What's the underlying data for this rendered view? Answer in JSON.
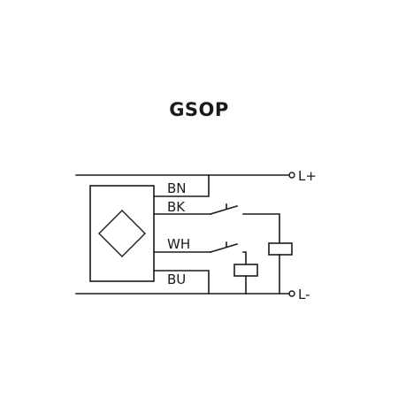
{
  "diagram": {
    "title": "GSOP",
    "wires": {
      "brown": "BN",
      "black": "BK",
      "white": "WH",
      "blue": "BU"
    },
    "terminals": {
      "positive": "L+",
      "negative": "L-"
    },
    "icons": {
      "sensor": "sensor-diamond-icon",
      "switch": "normally-open-switch-icon",
      "load": "relay-load-icon"
    },
    "colors": {
      "line": "#1a1a1a",
      "background": "#ffffff"
    }
  }
}
